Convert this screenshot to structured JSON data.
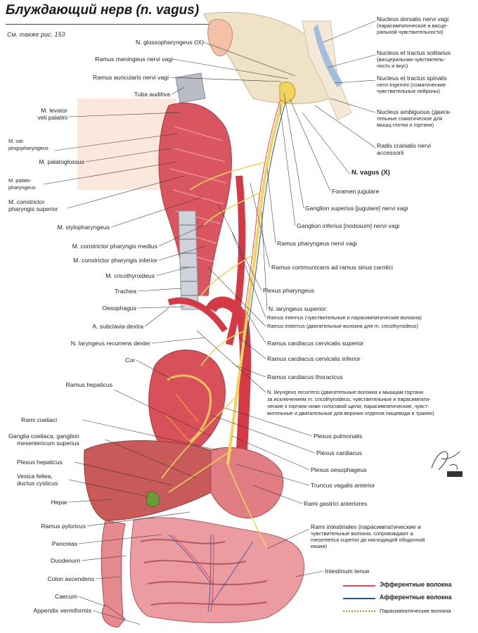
{
  "title": "Блуждающий нерв (n. vagus)",
  "see_also": "См. также рис. 153",
  "colors": {
    "efferent": "#e8454a",
    "afferent": "#2a4fa6",
    "parasympathetic": "#e07a2a",
    "tissue": "#e0707a",
    "nerve": "#f2d45c"
  },
  "labels_left": [
    {
      "id": "glossopharyngeus",
      "text": "N. glossopharyngeus (IX)"
    },
    {
      "id": "meningeus",
      "text": "Ramus meningeus nervi vagi"
    },
    {
      "id": "auricularis",
      "text": "Ramus auricularis nervi vagi"
    },
    {
      "id": "tuba",
      "text": "Tuba auditiva"
    },
    {
      "id": "levator1",
      "text": "M. levator"
    },
    {
      "id": "levator2",
      "text": "veli palatini"
    },
    {
      "id": "salping1",
      "text": "M. sal-"
    },
    {
      "id": "salping2",
      "text": "pingopharyngeus"
    },
    {
      "id": "palatoglossus",
      "text": "M. palatoglossus"
    },
    {
      "id": "palatoph1",
      "text": "M. palato-"
    },
    {
      "id": "palatoph2",
      "text": "pharyngeus"
    },
    {
      "id": "constrsup1",
      "text": "M. constrictor"
    },
    {
      "id": "constrsup2",
      "text": "pharyngis superior"
    },
    {
      "id": "stylo",
      "text": "M. stylopharyngeus"
    },
    {
      "id": "constrmed",
      "text": "M. constrictor pharyngis medius"
    },
    {
      "id": "constrinf",
      "text": "M. constrictor pharyngis inferior"
    },
    {
      "id": "crico",
      "text": "M. cricothyroideus"
    },
    {
      "id": "trachea",
      "text": "Trachea"
    },
    {
      "id": "oeso",
      "text": "Oesophagus"
    },
    {
      "id": "subclavia",
      "text": "A. subclavia dextra"
    },
    {
      "id": "recurrdex",
      "text": "N. laryngeus recurrens dexter"
    },
    {
      "id": "cor",
      "text": "Cor"
    },
    {
      "id": "hepaticus",
      "text": "Ramus hepaticus"
    },
    {
      "id": "coeliaci",
      "text": "Rami coeliaci"
    },
    {
      "id": "ganglia1",
      "text": "Ganglia coeliaca, ganglion"
    },
    {
      "id": "ganglia2",
      "text": "mesentericum superius"
    },
    {
      "id": "plexhep",
      "text": "Plexus hepaticus"
    },
    {
      "id": "vesica1",
      "text": "Vesica fellea,"
    },
    {
      "id": "vesica2",
      "text": "ductus cysticus"
    },
    {
      "id": "hepar",
      "text": "Hepar"
    },
    {
      "id": "pyloricus",
      "text": "Ramus pyloricus"
    },
    {
      "id": "pancreas",
      "text": "Pancreas"
    },
    {
      "id": "duodenum",
      "text": "Duodenum"
    },
    {
      "id": "colon",
      "text": "Colon ascendens"
    },
    {
      "id": "caecum",
      "text": "Caecum"
    },
    {
      "id": "appendix",
      "text": "Appendix vermiformis"
    }
  ],
  "labels_right": [
    {
      "id": "dorsalis1",
      "text": "Nucleus dorsalis nervi vagi"
    },
    {
      "id": "dorsalis2",
      "text": "(парасимпатическое и висце-"
    },
    {
      "id": "dorsalis3",
      "text": "ральной чувствительности)"
    },
    {
      "id": "solitar1",
      "text": "Nucleus et tractus solitarius"
    },
    {
      "id": "solitar2",
      "text": "(висцеральная чувствитель-"
    },
    {
      "id": "solitar3",
      "text": "ность и вкус)"
    },
    {
      "id": "spinalis1",
      "text": "Nucleus et tractus spinalis"
    },
    {
      "id": "spinalis2",
      "text": "nervi trigemini (соматические"
    },
    {
      "id": "spinalis3",
      "text": "чувствительные нейроны)"
    },
    {
      "id": "ambig1",
      "text": "Nucleus ambiguous (двига-"
    },
    {
      "id": "ambig2",
      "text": "тельные соматическое для"
    },
    {
      "id": "ambig3",
      "text": "мышц глотки и гортани)"
    },
    {
      "id": "radix1",
      "text": "Radix cranialis nervi"
    },
    {
      "id": "radix2",
      "text": "accessorii"
    },
    {
      "id": "vagus",
      "text": "N. vagus (X)"
    },
    {
      "id": "foramen",
      "text": "Foramen jugulare"
    },
    {
      "id": "gangsup",
      "text": "Ganglion superius [jugulare] nervi vagi"
    },
    {
      "id": "ganginf",
      "text": "Ganglion inferius [nodosum] nervi vagi"
    },
    {
      "id": "rampharyng",
      "text": "Ramus pharyngeus nervi vagi"
    },
    {
      "id": "communicans",
      "text": "Ramus communicans ad ramus sinus carotici"
    },
    {
      "id": "plexph",
      "text": "Plexus pharyngeus"
    },
    {
      "id": "laryngsup",
      "text": "N. laryngeus superior:"
    },
    {
      "id": "internus",
      "text": "Ramus internus (чувствительные и парасимпатические волокна)"
    },
    {
      "id": "externus",
      "text": "Ramus externus (двигательные волокна для m. cricothyroideus)"
    },
    {
      "id": "cardsup",
      "text": "Ramus cardiacus cervicalis superior"
    },
    {
      "id": "cardinf",
      "text": "Ramus cardiacus cervicalis inferior"
    },
    {
      "id": "cardthor",
      "text": "Ramus cardiacus thoracicus"
    },
    {
      "id": "recurr1",
      "text": "N. laryngeus recurrens (двигательные волокна к мышцам гортани"
    },
    {
      "id": "recurr2",
      "text": "за исключением m. cricothyroideus; чувствительные и парасимпати-"
    },
    {
      "id": "recurr3",
      "text": "ческие к гортани ниже голосовой щели; парасимпатические, чувст-"
    },
    {
      "id": "recurr4",
      "text": "вительные и двигательные для верхних отделов пищевода и трахеи)"
    },
    {
      "id": "plexpulm",
      "text": "Plexus pulmonalis"
    },
    {
      "id": "plexcard",
      "text": "Plexus cardiacus"
    },
    {
      "id": "plexoeso",
      "text": "Plexus oesophageus"
    },
    {
      "id": "truncus",
      "text": "Truncus vagalis anterior"
    },
    {
      "id": "gastrici",
      "text": "Rami gastrici anteriores"
    },
    {
      "id": "intest1",
      "text": "Rami intestinales (парасимпатические и"
    },
    {
      "id": "intest2",
      "text": "чувствительные волокна, сопровождают a."
    },
    {
      "id": "intest3",
      "text": "mesenterica superior до нисходящей ободочной"
    },
    {
      "id": "intest4",
      "text": "кишки)"
    },
    {
      "id": "tenue",
      "text": "Intestinum tenue"
    }
  ],
  "legend": [
    {
      "text": "Эфферентные волокна"
    },
    {
      "text": "Афферентные волокна"
    },
    {
      "text": "Парасимпатические волокна"
    }
  ]
}
